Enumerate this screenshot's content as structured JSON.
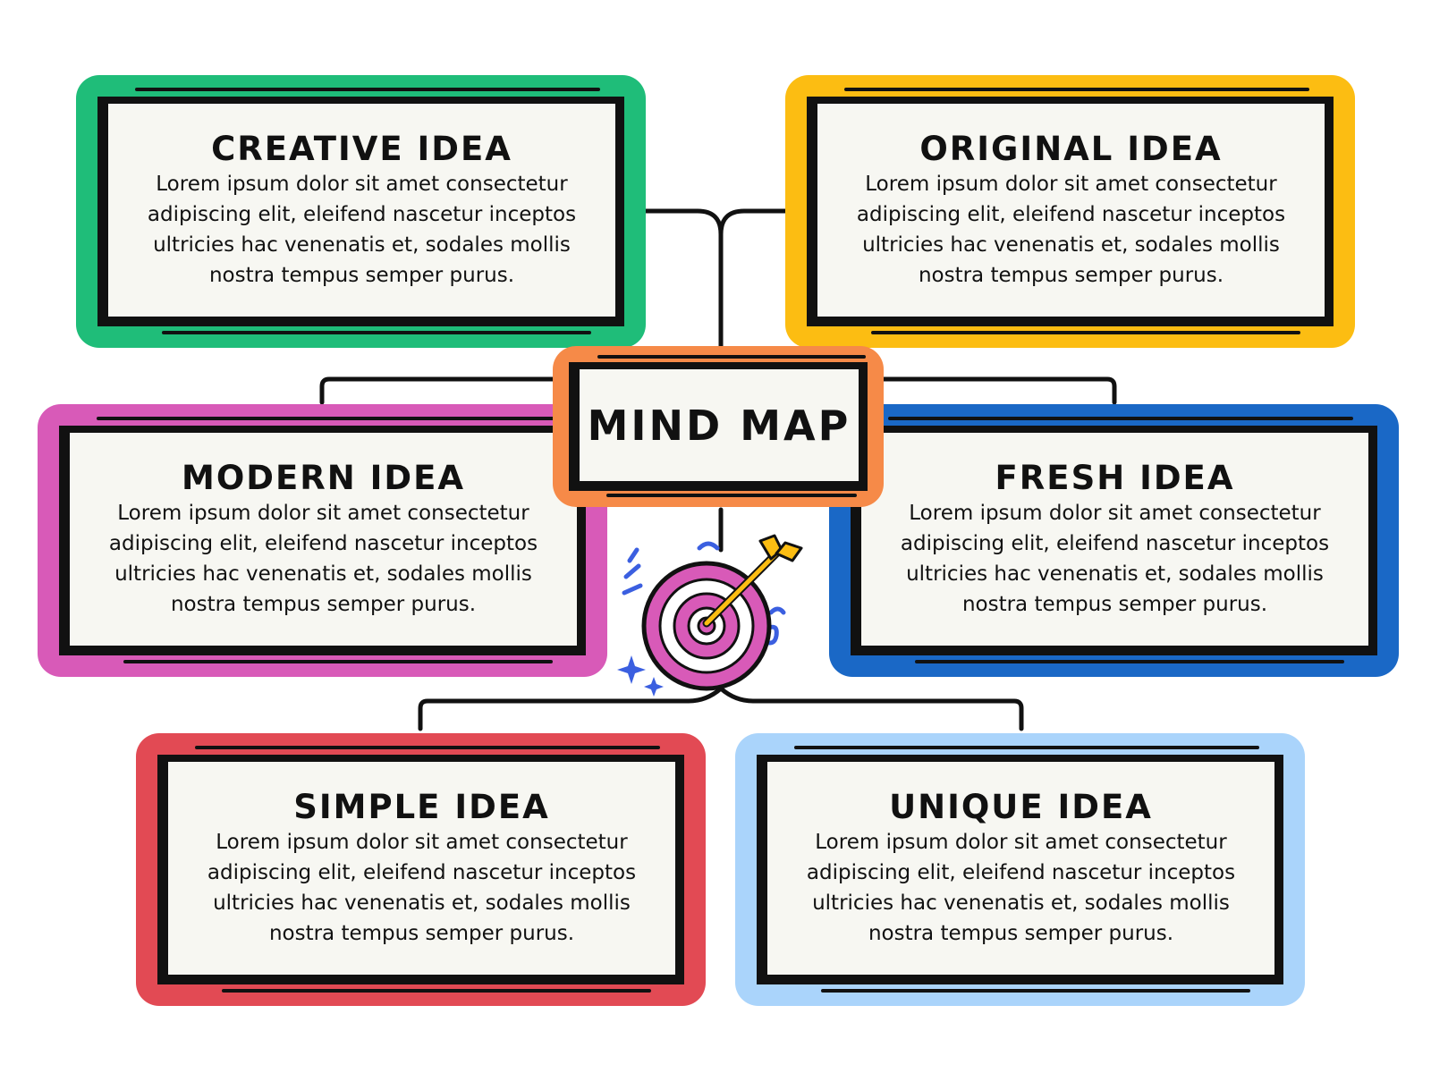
{
  "center": {
    "title": "MIND MAP",
    "color": "#f68a48"
  },
  "ideas": [
    {
      "key": "creative",
      "title": "CREATIVE IDEA",
      "body": [
        "Lorem ipsum dolor sit amet consectetur",
        "adipiscing elit, eleifend nascetur inceptos",
        "ultricies hac venenatis et, sodales mollis",
        "nostra tempus semper purus."
      ],
      "color": "#1fbd79"
    },
    {
      "key": "original",
      "title": "ORIGINAL IDEA",
      "body": [
        "Lorem ipsum dolor sit amet consectetur",
        "adipiscing elit, eleifend nascetur inceptos",
        "ultricies hac venenatis et, sodales mollis",
        "nostra tempus semper purus."
      ],
      "color": "#fcbd12"
    },
    {
      "key": "modern",
      "title": "MODERN IDEA",
      "body": [
        "Lorem ipsum dolor sit amet consectetur",
        "adipiscing elit, eleifend nascetur inceptos",
        "ultricies hac venenatis et, sodales mollis",
        "nostra tempus semper purus."
      ],
      "color": "#d85ab8"
    },
    {
      "key": "fresh",
      "title": "FRESH IDEA",
      "body": [
        "Lorem ipsum dolor sit amet consectetur",
        "adipiscing elit, eleifend nascetur inceptos",
        "ultricies hac venenatis et, sodales mollis",
        "nostra tempus semper purus."
      ],
      "color": "#1a68c6"
    },
    {
      "key": "simple",
      "title": "SIMPLE IDEA",
      "body": [
        "Lorem ipsum dolor sit amet consectetur",
        "adipiscing elit, eleifend nascetur inceptos",
        "ultricies hac venenatis et, sodales mollis",
        "nostra tempus semper purus."
      ],
      "color": "#e24a54"
    },
    {
      "key": "unique",
      "title": "UNIQUE IDEA",
      "body": [
        "Lorem ipsum dolor sit amet consectetur",
        "adipiscing elit, eleifend nascetur inceptos",
        "ultricies hac venenatis et, sodales mollis",
        "nostra tempus semper purus."
      ],
      "color": "#aad4fb"
    }
  ],
  "icon": "target-with-arrow-icon"
}
